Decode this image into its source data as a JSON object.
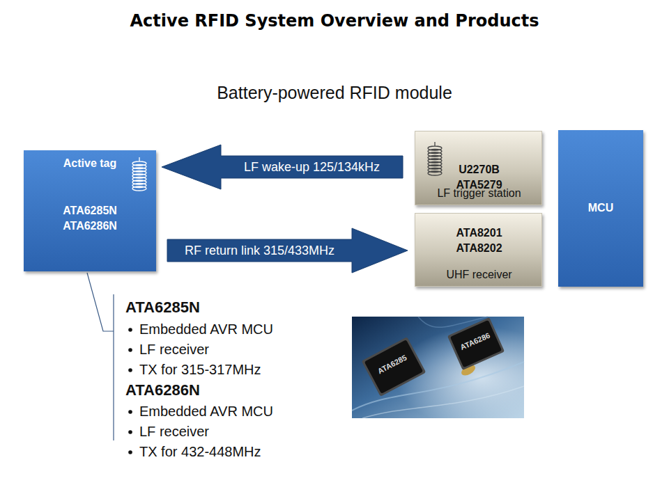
{
  "diagram": {
    "title": "Active RFID System Overview and Products",
    "nodes": [
      {
        "text": [
          "Active tag",
          "ATA6285N ATA6286N"
        ]
      },
      {
        "text": [
          "U2270B ATA5279",
          "LF trigger station"
        ]
      },
      {
        "text": [
          "ATA8201 ATA8202",
          "UHF receiver"
        ]
      },
      {
        "text": [
          "MCU"
        ]
      }
    ],
    "edges": [
      {
        "from": 1,
        "to": 0,
        "arrow": "to",
        "label": "LF wake-up 125/134kHz"
      },
      {
        "from": 0,
        "to": 2,
        "arrow": "to",
        "label": "RF return link 315/433MHz"
      }
    ],
    "labels": [
      "Battery-powered RFID module",
      "ATA6285N",
      "Embedded AVR MCU",
      "LF receiver",
      "TX for 315-317MHz",
      "ATA6286N",
      "Embedded AVR MCU",
      "LF receiver",
      "TX for 432-448MHz",
      "ATA6285",
      "ATA6286"
    ]
  }
}
